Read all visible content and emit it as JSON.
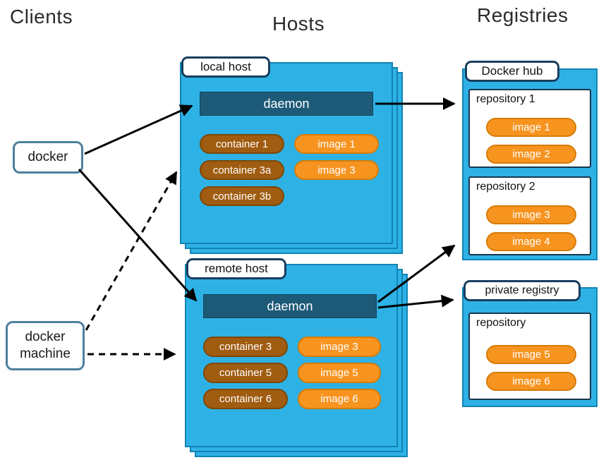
{
  "headers": {
    "clients": "Clients",
    "hosts": "Hosts",
    "registries": "Registries"
  },
  "clients": {
    "docker": "docker",
    "docker_machine_line1": "docker",
    "docker_machine_line2": "machine"
  },
  "hosts": {
    "local": {
      "label": "local host",
      "daemon": "daemon",
      "containers": [
        "container 1",
        "container 3a",
        "container 3b"
      ],
      "images": [
        "image 1",
        "image 3"
      ]
    },
    "remote": {
      "label": "remote host",
      "daemon": "daemon",
      "containers": [
        "container 3",
        "container 5",
        "container 6"
      ],
      "images": [
        "image 3",
        "image 5",
        "image 6"
      ]
    }
  },
  "registries": {
    "docker_hub": {
      "label": "Docker hub",
      "repos": [
        {
          "name": "repository 1",
          "images": [
            "image 1",
            "image 2"
          ]
        },
        {
          "name": "repository 2",
          "images": [
            "image 3",
            "image 4"
          ]
        }
      ]
    },
    "private": {
      "label": "private registry",
      "repos": [
        {
          "name": "repository",
          "images": [
            "image 5",
            "image 6"
          ]
        }
      ]
    }
  },
  "colors": {
    "panel_blue": "#2eb2e6",
    "panel_border": "#1283b4",
    "daemon_teal": "#1c5a78",
    "container_brown": "#a05c10",
    "image_orange": "#f79420",
    "label_border_navy": "#173e5f",
    "arrow_black": "#000000"
  }
}
